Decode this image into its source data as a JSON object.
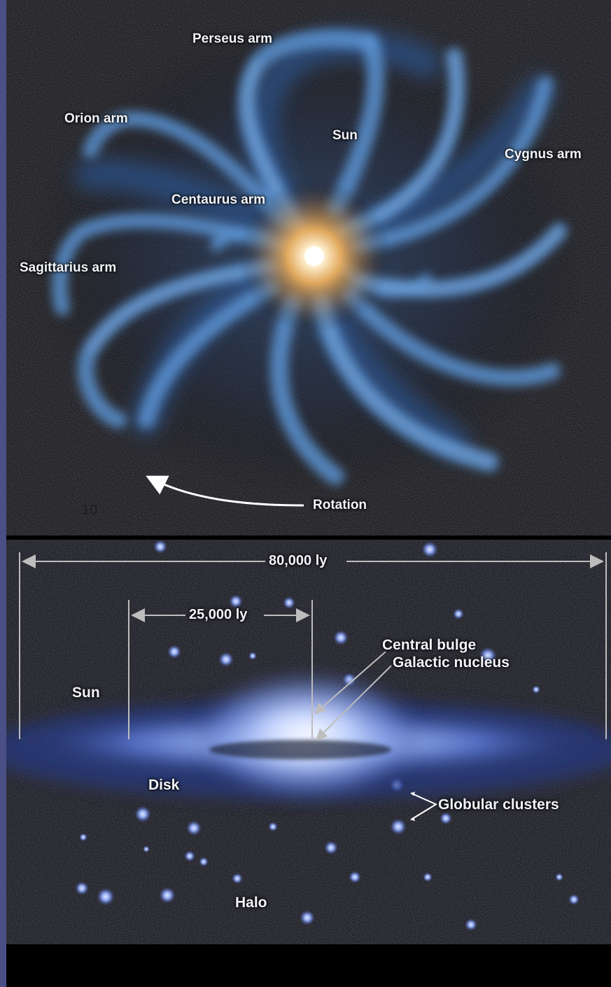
{
  "top_diagram": {
    "labels": {
      "perseus_arm": "Perseus arm",
      "orion_arm": "Orion arm",
      "sun": "Sun",
      "cygnus_arm": "Cygnus arm",
      "centaurus_arm": "Centaurus arm",
      "sagittarius_arm": "Sagittarius arm",
      "rotation": "Rotation",
      "page_number": "10"
    }
  },
  "side_diagram": {
    "labels": {
      "diameter": "80,000 ly",
      "sun_distance": "25,000 ly",
      "central_bulge": "Central bulge",
      "galactic_nucleus": "Galactic nucleus",
      "sun": "Sun",
      "disk": "Disk",
      "globular_clusters": "Globular clusters",
      "halo": "Halo"
    }
  },
  "colors": {
    "arm_blue": "#4f86c6",
    "core_orange": "#f4b25a",
    "label_white": "#f1f3f8",
    "marker_gray": "#b8b8b8",
    "side_strip": "#4a4f86"
  }
}
